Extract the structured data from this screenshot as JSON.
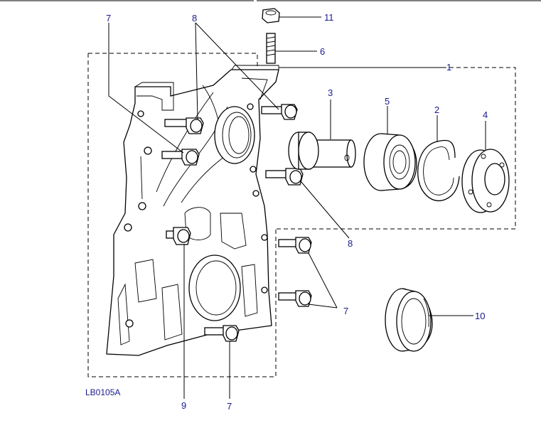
{
  "diagram": {
    "reference_code": "LB0105A",
    "callouts": [
      {
        "id": "c11",
        "label": "11",
        "name": "nut"
      },
      {
        "id": "c6",
        "label": "6",
        "name": "stud"
      },
      {
        "id": "c1",
        "label": "1",
        "name": "cover-assembly"
      },
      {
        "id": "c3",
        "label": "3",
        "name": "spigot-bush"
      },
      {
        "id": "c5",
        "label": "5",
        "name": "bearing"
      },
      {
        "id": "c2",
        "label": "2",
        "name": "circlip"
      },
      {
        "id": "c4",
        "label": "4",
        "name": "hub-flange"
      },
      {
        "id": "c8a",
        "label": "8",
        "name": "bolt-upper"
      },
      {
        "id": "c8b",
        "label": "8",
        "name": "bolt-right"
      },
      {
        "id": "c7a",
        "label": "7",
        "name": "bolt-left"
      },
      {
        "id": "c7b",
        "label": "7",
        "name": "bolt-pair-right"
      },
      {
        "id": "c7c",
        "label": "7",
        "name": "bolt-bottom"
      },
      {
        "id": "c9",
        "label": "9",
        "name": "bolt-center"
      },
      {
        "id": "c10",
        "label": "10",
        "name": "oil-seal"
      }
    ]
  }
}
